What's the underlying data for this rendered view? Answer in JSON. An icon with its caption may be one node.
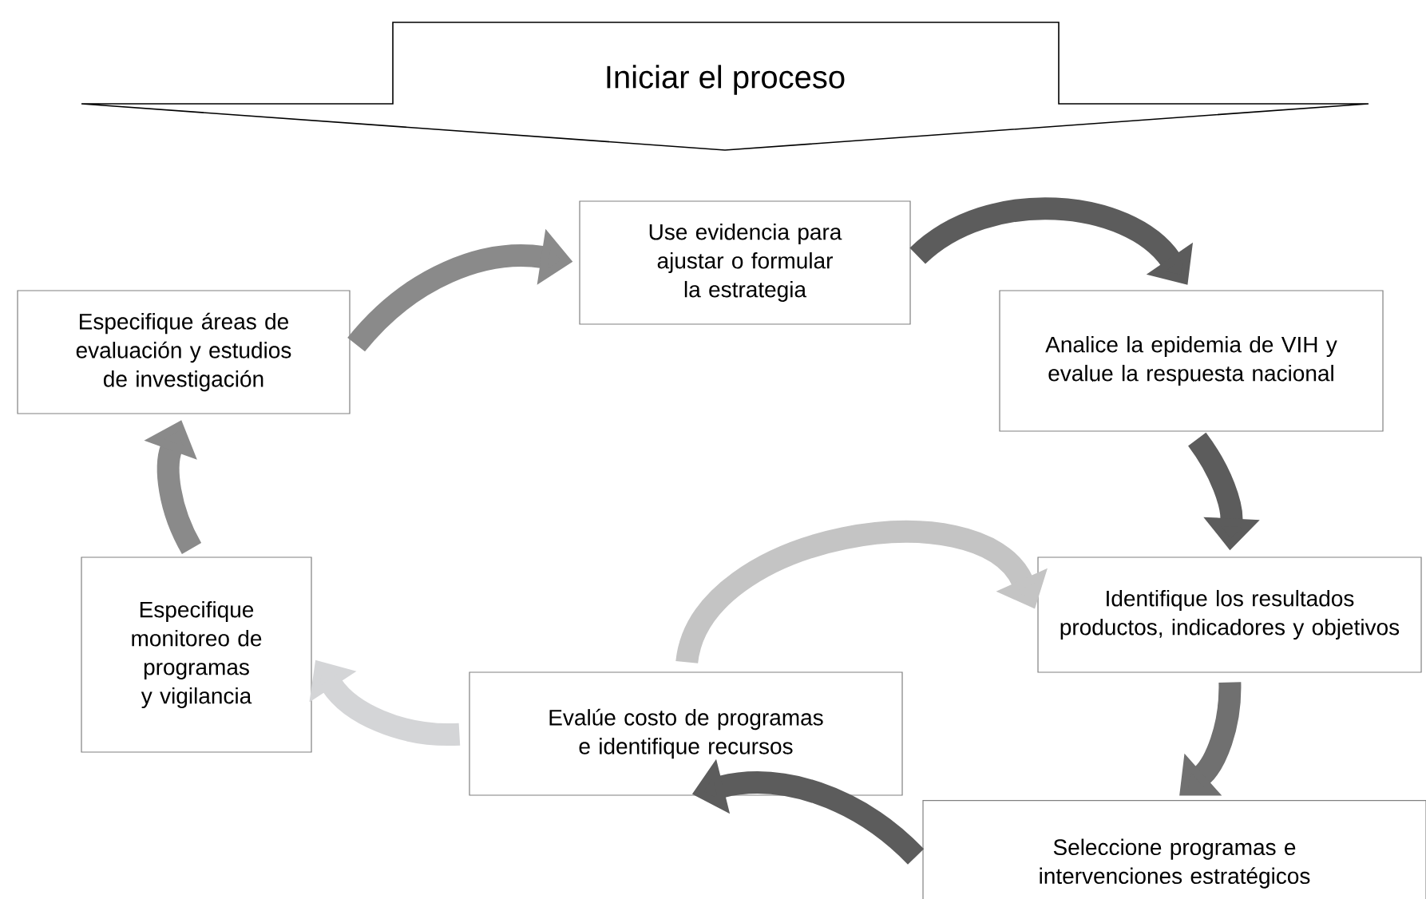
{
  "diagram": {
    "nodes": [
      {
        "text": [
          "Iniciar el proceso"
        ]
      },
      {
        "text": [
          "Use evidencia para ajustar o formular la estrategia"
        ]
      },
      {
        "text": [
          "Analice la epidemia de VIH y evalue la respuesta nacional"
        ]
      },
      {
        "text": [
          "Identifique los resultados productos, indicadores y objetivos"
        ]
      },
      {
        "text": [
          "Seleccione programas e intervenciones estratégicos"
        ]
      },
      {
        "text": [
          "Evalúe costo de programas e identifique recursos"
        ]
      },
      {
        "text": [
          "Especifique monitoreo de programas y vigilancia"
        ]
      },
      {
        "text": [
          "Especifique áreas de evaluación y estudios de investigación"
        ]
      }
    ],
    "edges": [
      {
        "from": 1,
        "to": 2,
        "arrow": "to"
      },
      {
        "from": 2,
        "to": 3,
        "arrow": "to"
      },
      {
        "from": 3,
        "to": 4,
        "arrow": "to",
        "color": "#707070"
      },
      {
        "from": 4,
        "to": 5,
        "arrow": "to"
      },
      {
        "from": 5,
        "to": 3,
        "arrow": "to",
        "color": "#c4c4c4"
      },
      {
        "from": 5,
        "to": 6,
        "arrow": "to",
        "color": "#d4d5d7"
      },
      {
        "from": 6,
        "to": 7,
        "arrow": "to",
        "color": "#8a8a8a"
      },
      {
        "from": 7,
        "to": 1,
        "arrow": "to",
        "color": "#8a8a8a"
      }
    ]
  }
}
